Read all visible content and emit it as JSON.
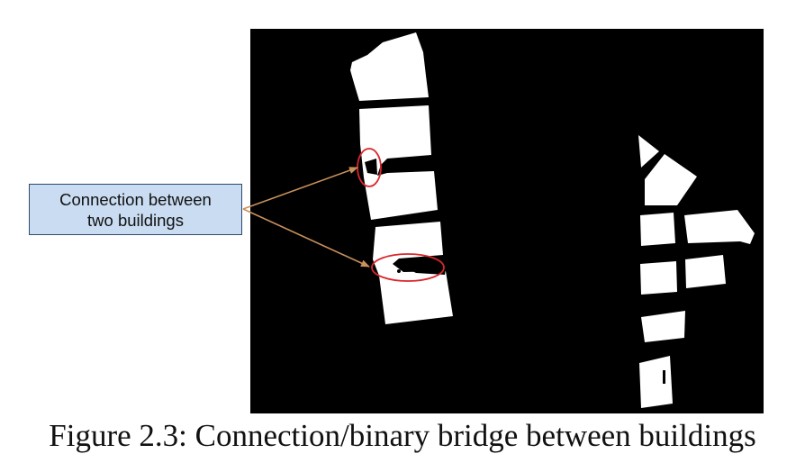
{
  "callout": {
    "label_line1": "Connection between",
    "label_line2": "two buildings"
  },
  "caption": "Figure 2.3: Connection/binary bridge between buildings",
  "colors": {
    "mask_background": "#000000",
    "building": "#ffffff",
    "highlight_ellipse": "#d9262c",
    "arrow": "#c9915c",
    "callout_fill": "#c9dcf1",
    "callout_border": "#2f4a6f"
  }
}
